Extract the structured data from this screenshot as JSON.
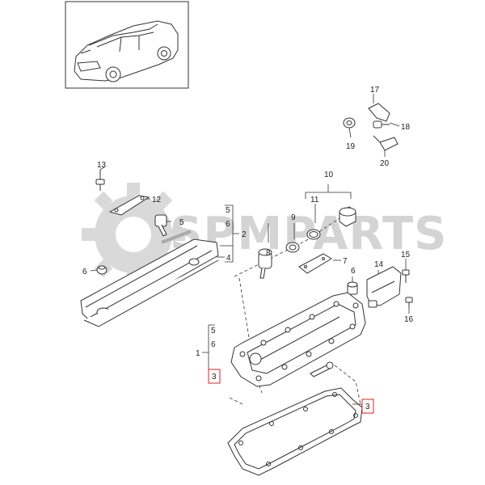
{
  "watermark": {
    "text": "SPMPARTS"
  },
  "thumbnail": {
    "subject": "vehicle-overview"
  },
  "callouts": {
    "c1": "1",
    "c2": "2",
    "c3a": "3",
    "c3b": "3",
    "c4": "4",
    "c5a": "5",
    "c5b": "5",
    "c5c": "5",
    "c6a": "6",
    "c6b": "6",
    "c6c": "6",
    "c6d": "6",
    "c7": "7",
    "c8": "8",
    "c9": "9",
    "c10": "10",
    "c11": "11",
    "c12": "12",
    "c13": "13",
    "c14": "14",
    "c15": "15",
    "c16": "16",
    "c17": "17",
    "c18": "18",
    "c19": "19",
    "c20": "20"
  },
  "colors": {
    "line": "#222222",
    "highlight": "#e0202a",
    "watermark": "#d4d4d4"
  }
}
